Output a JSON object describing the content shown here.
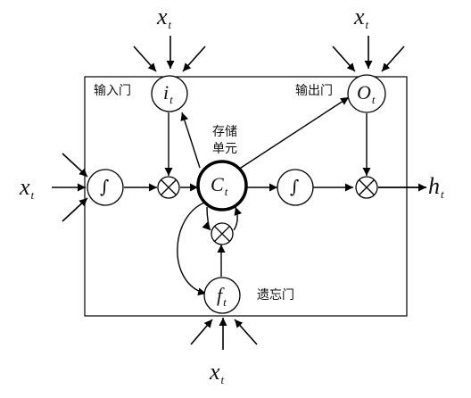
{
  "labels": {
    "input_gate": "输入门",
    "output_gate": "输出门",
    "forget_gate": "遗忘门",
    "memory_cell_line1": "存储",
    "memory_cell_line2": "单元"
  },
  "symbols": {
    "x": "x",
    "t": "t",
    "i": "i",
    "o": "O",
    "f": "f",
    "c": "C",
    "h": "h",
    "integral": "∫"
  }
}
